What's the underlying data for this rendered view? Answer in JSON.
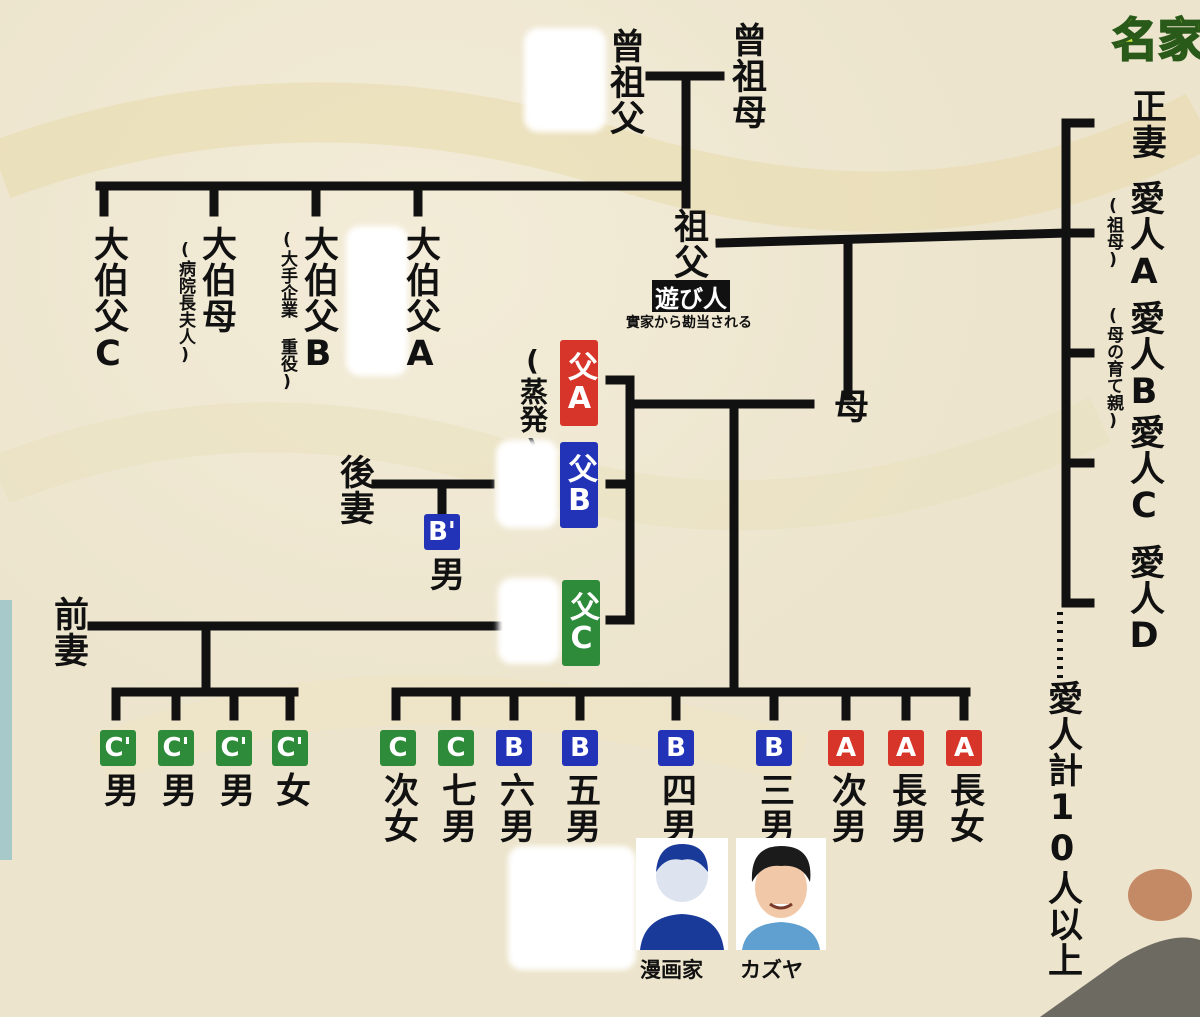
{
  "logo": "名家",
  "ancestors": {
    "great_grandfather": "曾祖父",
    "great_grandmother": "曾祖母",
    "grandfather": "祖父",
    "grandfather_badge": "遊び人",
    "grandfather_note": "實家から勘当される",
    "mother": "母"
  },
  "uncles": [
    {
      "label": "大伯父C",
      "note": ""
    },
    {
      "label": "大伯母",
      "note": "(病院長夫人)"
    },
    {
      "label": "大伯父B",
      "note": "(大手企業 重役)"
    },
    {
      "label": "大伯父A",
      "note": ""
    }
  ],
  "wives": {
    "legal_wife": "正妻",
    "mistress_a": "愛人A",
    "mistress_a_note": "(祖母)",
    "mistress_b": "愛人B",
    "mistress_b_note": "(母の育て親)",
    "mistress_c": "愛人C",
    "mistress_d": "愛人D",
    "mistress_total": "愛人計10人以上"
  },
  "fathers": {
    "father_a": "父A",
    "father_a_note": "(蒸発)",
    "father_b": "父B",
    "father_c": "父C",
    "later_wife": "後妻",
    "former_wife": "前妻",
    "b_prime_badge": "B'",
    "b_prime_child": "男"
  },
  "c_prime_children": [
    {
      "badge": "C'",
      "label": "男"
    },
    {
      "badge": "C'",
      "label": "男"
    },
    {
      "badge": "C'",
      "label": "男"
    },
    {
      "badge": "C'",
      "label": "女"
    }
  ],
  "children": [
    {
      "badge": "C",
      "label": "次女",
      "color": "#2e8b3a"
    },
    {
      "badge": "C",
      "label": "七男",
      "color": "#2e8b3a"
    },
    {
      "badge": "B",
      "label": "六男",
      "color": "#2233b8"
    },
    {
      "badge": "B",
      "label": "五男",
      "color": "#2233b8"
    },
    {
      "badge": "B",
      "label": "四男",
      "color": "#2233b8"
    },
    {
      "badge": "B",
      "label": "三男",
      "color": "#2233b8"
    },
    {
      "badge": "A",
      "label": "次男",
      "color": "#d8352a"
    },
    {
      "badge": "A",
      "label": "長男",
      "color": "#d8352a"
    },
    {
      "badge": "A",
      "label": "長女",
      "color": "#d8352a"
    }
  ],
  "people": {
    "manga_artist": "漫画家",
    "kazuya": "カズヤ"
  },
  "colors": {
    "a": "#d8352a",
    "b": "#2233b8",
    "c": "#2e8b3a"
  }
}
